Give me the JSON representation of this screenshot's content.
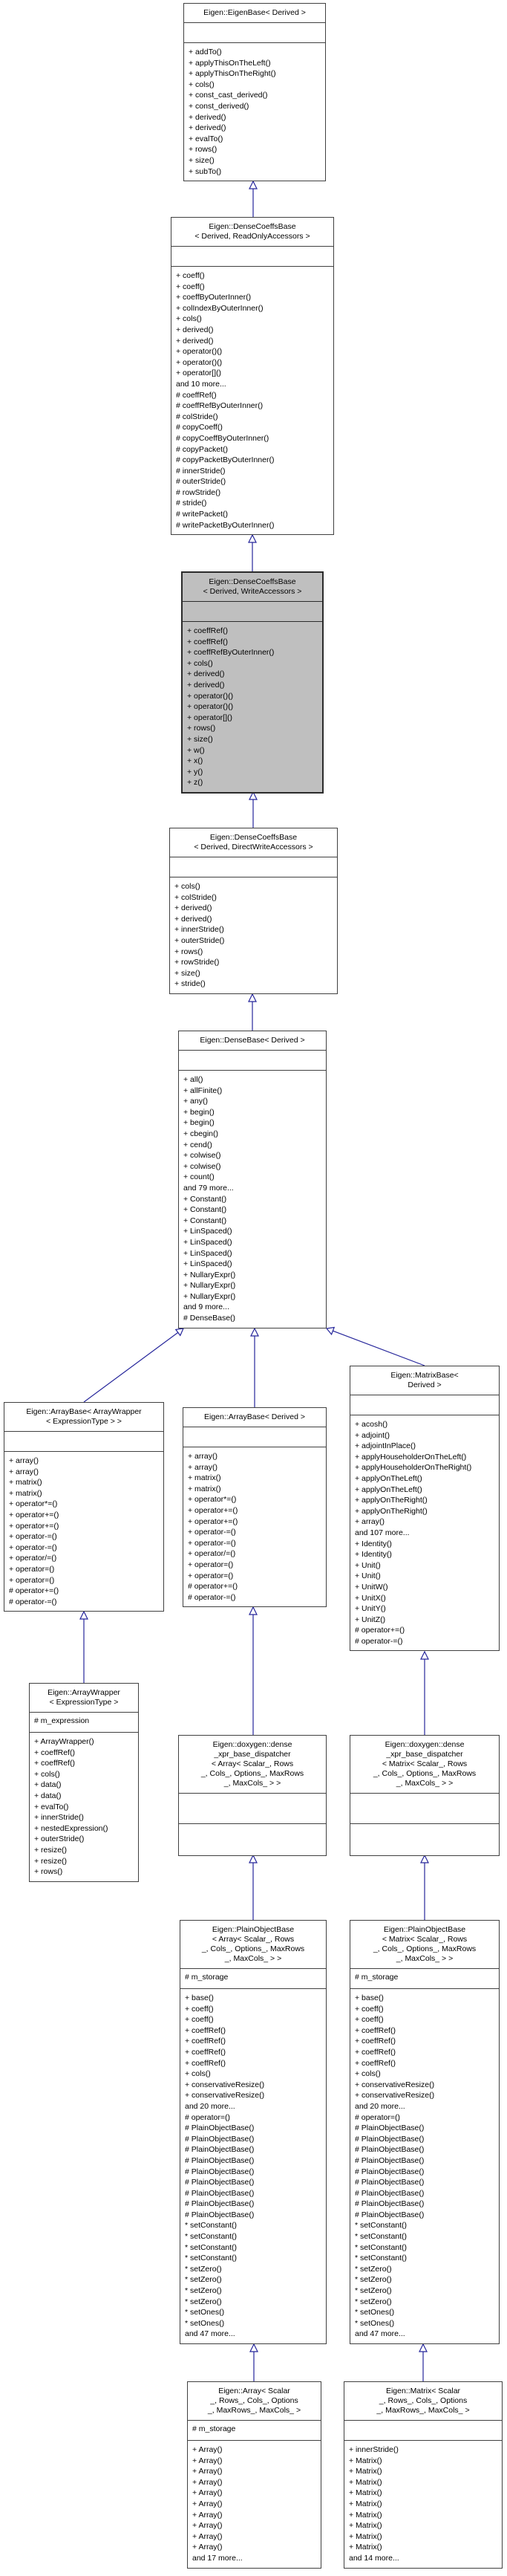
{
  "diagram": {
    "kind": "doxygen-inheritance-diagram",
    "colors": {
      "highlight_fill": "#bfbfbf",
      "edge": "#26269b",
      "box_border": "#404040",
      "background": "#ffffff"
    },
    "boxes": {
      "eigen_base": {
        "title": "Eigen::EigenBase< Derived >",
        "attributes": [],
        "members": [
          "+ addTo()",
          "+ applyThisOnTheLeft()",
          "+ applyThisOnTheRight()",
          "+ cols()",
          "+ const_cast_derived()",
          "+ const_derived()",
          "+ derived()",
          "+ derived()",
          "+ evalTo()",
          "+ rows()",
          "+ size()",
          "+ subTo()"
        ]
      },
      "dense_coeffs_base_read_only": {
        "title": "Eigen::DenseCoeffsBase\n< Derived, ReadOnlyAccessors >",
        "attributes": [],
        "members": [
          "+ coeff()",
          "+ coeff()",
          "+ coeffByOuterInner()",
          "+ colIndexByOuterInner()",
          "+ cols()",
          "+ derived()",
          "+ derived()",
          "+ operator()()",
          "+ operator()()",
          "+ operator[]()",
          "and 10 more...",
          "# coeffRef()",
          "# coeffRefByOuterInner()",
          "# colStride()",
          "# copyCoeff()",
          "# copyCoeffByOuterInner()",
          "# copyPacket()",
          "# copyPacketByOuterInner()",
          "# innerStride()",
          "# outerStride()",
          "# rowStride()",
          "# stride()",
          "# writePacket()",
          "# writePacketByOuterInner()"
        ]
      },
      "dense_coeffs_base_write": {
        "title": "Eigen::DenseCoeffsBase\n< Derived, WriteAccessors >",
        "attributes": [],
        "members": [
          "+ coeffRef()",
          "+ coeffRef()",
          "+ coeffRefByOuterInner()",
          "+ cols()",
          "+ derived()",
          "+ derived()",
          "+ operator()()",
          "+ operator()()",
          "+ operator[]()",
          "+ rows()",
          "+ size()",
          "+ w()",
          "+ x()",
          "+ y()",
          "+ z()"
        ]
      },
      "dense_coeffs_base_direct_write": {
        "title": "Eigen::DenseCoeffsBase\n< Derived, DirectWriteAccessors >",
        "attributes": [],
        "members": [
          "+ cols()",
          "+ colStride()",
          "+ derived()",
          "+ derived()",
          "+ innerStride()",
          "+ outerStride()",
          "+ rows()",
          "+ rowStride()",
          "+ size()",
          "+ stride()"
        ]
      },
      "dense_base": {
        "title": "Eigen::DenseBase< Derived >",
        "attributes": [],
        "members": [
          "+ all()",
          "+ allFinite()",
          "+ any()",
          "+ begin()",
          "+ begin()",
          "+ cbegin()",
          "+ cend()",
          "+ colwise()",
          "+ colwise()",
          "+ count()",
          "and 79 more...",
          "+ Constant()",
          "+ Constant()",
          "+ Constant()",
          "+ LinSpaced()",
          "+ LinSpaced()",
          "+ LinSpaced()",
          "+ LinSpaced()",
          "+ NullaryExpr()",
          "+ NullaryExpr()",
          "+ NullaryExpr()",
          "and 9 more...",
          "# DenseBase()"
        ]
      },
      "array_base_wrapper": {
        "title": "Eigen::ArrayBase< ArrayWrapper\n< ExpressionType > >",
        "attributes": [],
        "members": [
          "+ array()",
          "+ array()",
          "+ matrix()",
          "+ matrix()",
          "+ operator*=()",
          "+ operator+=()",
          "+ operator+=()",
          "+ operator-=()",
          "+ operator-=()",
          "+ operator/=()",
          "+ operator=()",
          "+ operator=()",
          "# operator+=()",
          "# operator-=()"
        ]
      },
      "array_base": {
        "title": "Eigen::ArrayBase< Derived >",
        "attributes": [],
        "members": [
          "+ array()",
          "+ array()",
          "+ matrix()",
          "+ matrix()",
          "+ operator*=()",
          "+ operator+=()",
          "+ operator+=()",
          "+ operator-=()",
          "+ operator-=()",
          "+ operator/=()",
          "+ operator=()",
          "+ operator=()",
          "# operator+=()",
          "# operator-=()"
        ]
      },
      "matrix_base": {
        "title": "Eigen::MatrixBase<\nDerived >",
        "attributes": [],
        "members": [
          "+ acosh()",
          "+ adjoint()",
          "+ adjointInPlace()",
          "+ applyHouseholderOnTheLeft()",
          "+ applyHouseholderOnTheRight()",
          "+ applyOnTheLeft()",
          "+ applyOnTheLeft()",
          "+ applyOnTheRight()",
          "+ applyOnTheRight()",
          "+ array()",
          "and 107 more...",
          "+ Identity()",
          "+ Identity()",
          "+ Unit()",
          "+ Unit()",
          "+ UnitW()",
          "+ UnitX()",
          "+ UnitY()",
          "+ UnitZ()",
          "# operator+=()",
          "# operator-=()"
        ]
      },
      "array_wrapper": {
        "title": "Eigen::ArrayWrapper\n< ExpressionType >",
        "attributes": [
          "# m_expression"
        ],
        "members": [
          "+ ArrayWrapper()",
          "+ coeffRef()",
          "+ coeffRef()",
          "+ cols()",
          "+ data()",
          "+ data()",
          "+ evalTo()",
          "+ innerStride()",
          "+ nestedExpression()",
          "+ outerStride()",
          "+ resize()",
          "+ resize()",
          "+ rows()"
        ]
      },
      "dispatcher_array": {
        "title": "Eigen::doxygen::dense\n_xpr_base_dispatcher\n< Array< Scalar_, Rows\n_, Cols_, Options_, MaxRows\n_, MaxCols_ > >",
        "attributes": [],
        "members": []
      },
      "dispatcher_matrix": {
        "title": "Eigen::doxygen::dense\n_xpr_base_dispatcher\n< Matrix< Scalar_, Rows\n_, Cols_, Options_, MaxRows\n_, MaxCols_ > >",
        "attributes": [],
        "members": []
      },
      "plain_object_base_array": {
        "title": "Eigen::PlainObjectBase\n< Array< Scalar_, Rows\n_, Cols_, Options_, MaxRows\n_, MaxCols_ > >",
        "attributes": [
          "# m_storage"
        ],
        "members": [
          "+ base()",
          "+ coeff()",
          "+ coeff()",
          "+ coeffRef()",
          "+ coeffRef()",
          "+ coeffRef()",
          "+ coeffRef()",
          "+ cols()",
          "+ conservativeResize()",
          "+ conservativeResize()",
          "and 20 more...",
          "# operator=()",
          "# PlainObjectBase()",
          "# PlainObjectBase()",
          "# PlainObjectBase()",
          "# PlainObjectBase()",
          "# PlainObjectBase()",
          "# PlainObjectBase()",
          "# PlainObjectBase()",
          "# PlainObjectBase()",
          "# PlainObjectBase()",
          "* setConstant()",
          "* setConstant()",
          "* setConstant()",
          "* setConstant()",
          "* setZero()",
          "* setZero()",
          "* setZero()",
          "* setZero()",
          "* setOnes()",
          "* setOnes()",
          "and 47 more..."
        ]
      },
      "plain_object_base_matrix": {
        "title": "Eigen::PlainObjectBase\n< Matrix< Scalar_, Rows\n_, Cols_, Options_, MaxRows\n_, MaxCols_ > >",
        "attributes": [
          "# m_storage"
        ],
        "members": [
          "+ base()",
          "+ coeff()",
          "+ coeff()",
          "+ coeffRef()",
          "+ coeffRef()",
          "+ coeffRef()",
          "+ coeffRef()",
          "+ cols()",
          "+ conservativeResize()",
          "+ conservativeResize()",
          "and 20 more...",
          "# operator=()",
          "# PlainObjectBase()",
          "# PlainObjectBase()",
          "# PlainObjectBase()",
          "# PlainObjectBase()",
          "# PlainObjectBase()",
          "# PlainObjectBase()",
          "# PlainObjectBase()",
          "# PlainObjectBase()",
          "# PlainObjectBase()",
          "* setConstant()",
          "* setConstant()",
          "* setConstant()",
          "* setConstant()",
          "* setZero()",
          "* setZero()",
          "* setZero()",
          "* setZero()",
          "* setOnes()",
          "* setOnes()",
          "and 47 more..."
        ]
      },
      "array_class": {
        "title": "Eigen::Array< Scalar\n_, Rows_, Cols_, Options\n_, MaxRows_, MaxCols_ >",
        "attributes": [
          "# m_storage"
        ],
        "members": [
          "+ Array()",
          "+ Array()",
          "+ Array()",
          "+ Array()",
          "+ Array()",
          "+ Array()",
          "+ Array()",
          "+ Array()",
          "+ Array()",
          "+ Array()",
          "and 17 more..."
        ]
      },
      "matrix_class": {
        "title": "Eigen::Matrix< Scalar\n_, Rows_, Cols_, Options\n_, MaxRows_, MaxCols_ >",
        "attributes": [],
        "members": [
          "+ innerStride()",
          "+ Matrix()",
          "+ Matrix()",
          "+ Matrix()",
          "+ Matrix()",
          "+ Matrix()",
          "+ Matrix()",
          "+ Matrix()",
          "+ Matrix()",
          "+ Matrix()",
          "and 14 more..."
        ]
      }
    }
  }
}
